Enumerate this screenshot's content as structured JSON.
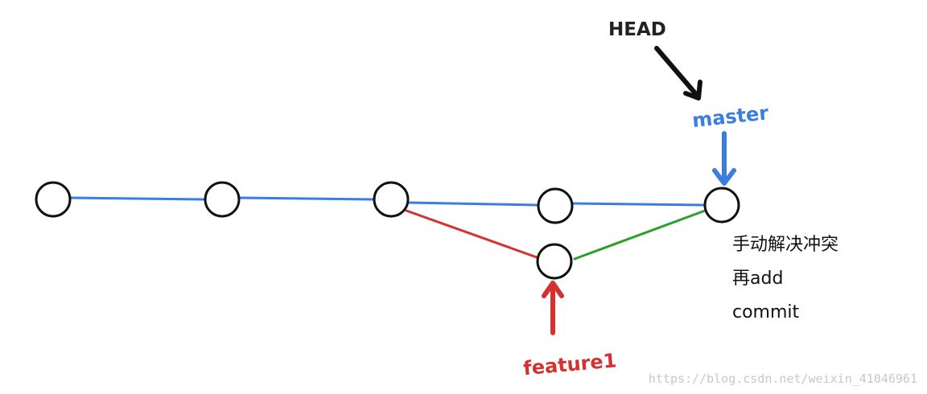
{
  "labels": {
    "head": "HEAD",
    "master": "master",
    "feature": "feature1"
  },
  "note": {
    "line1": "手动解决冲突",
    "line2": "再add",
    "line3": "commit"
  },
  "watermark": "https://blog.csdn.net/weixin_41046961",
  "colors": {
    "master_line": "#3a7ee0",
    "feature_line": "#d63030",
    "merge_line": "#2aa02a",
    "head_arrow": "#111111",
    "master_arrow": "#3a7ee0",
    "feature_arrow": "#d63030",
    "node_stroke": "#111111"
  }
}
